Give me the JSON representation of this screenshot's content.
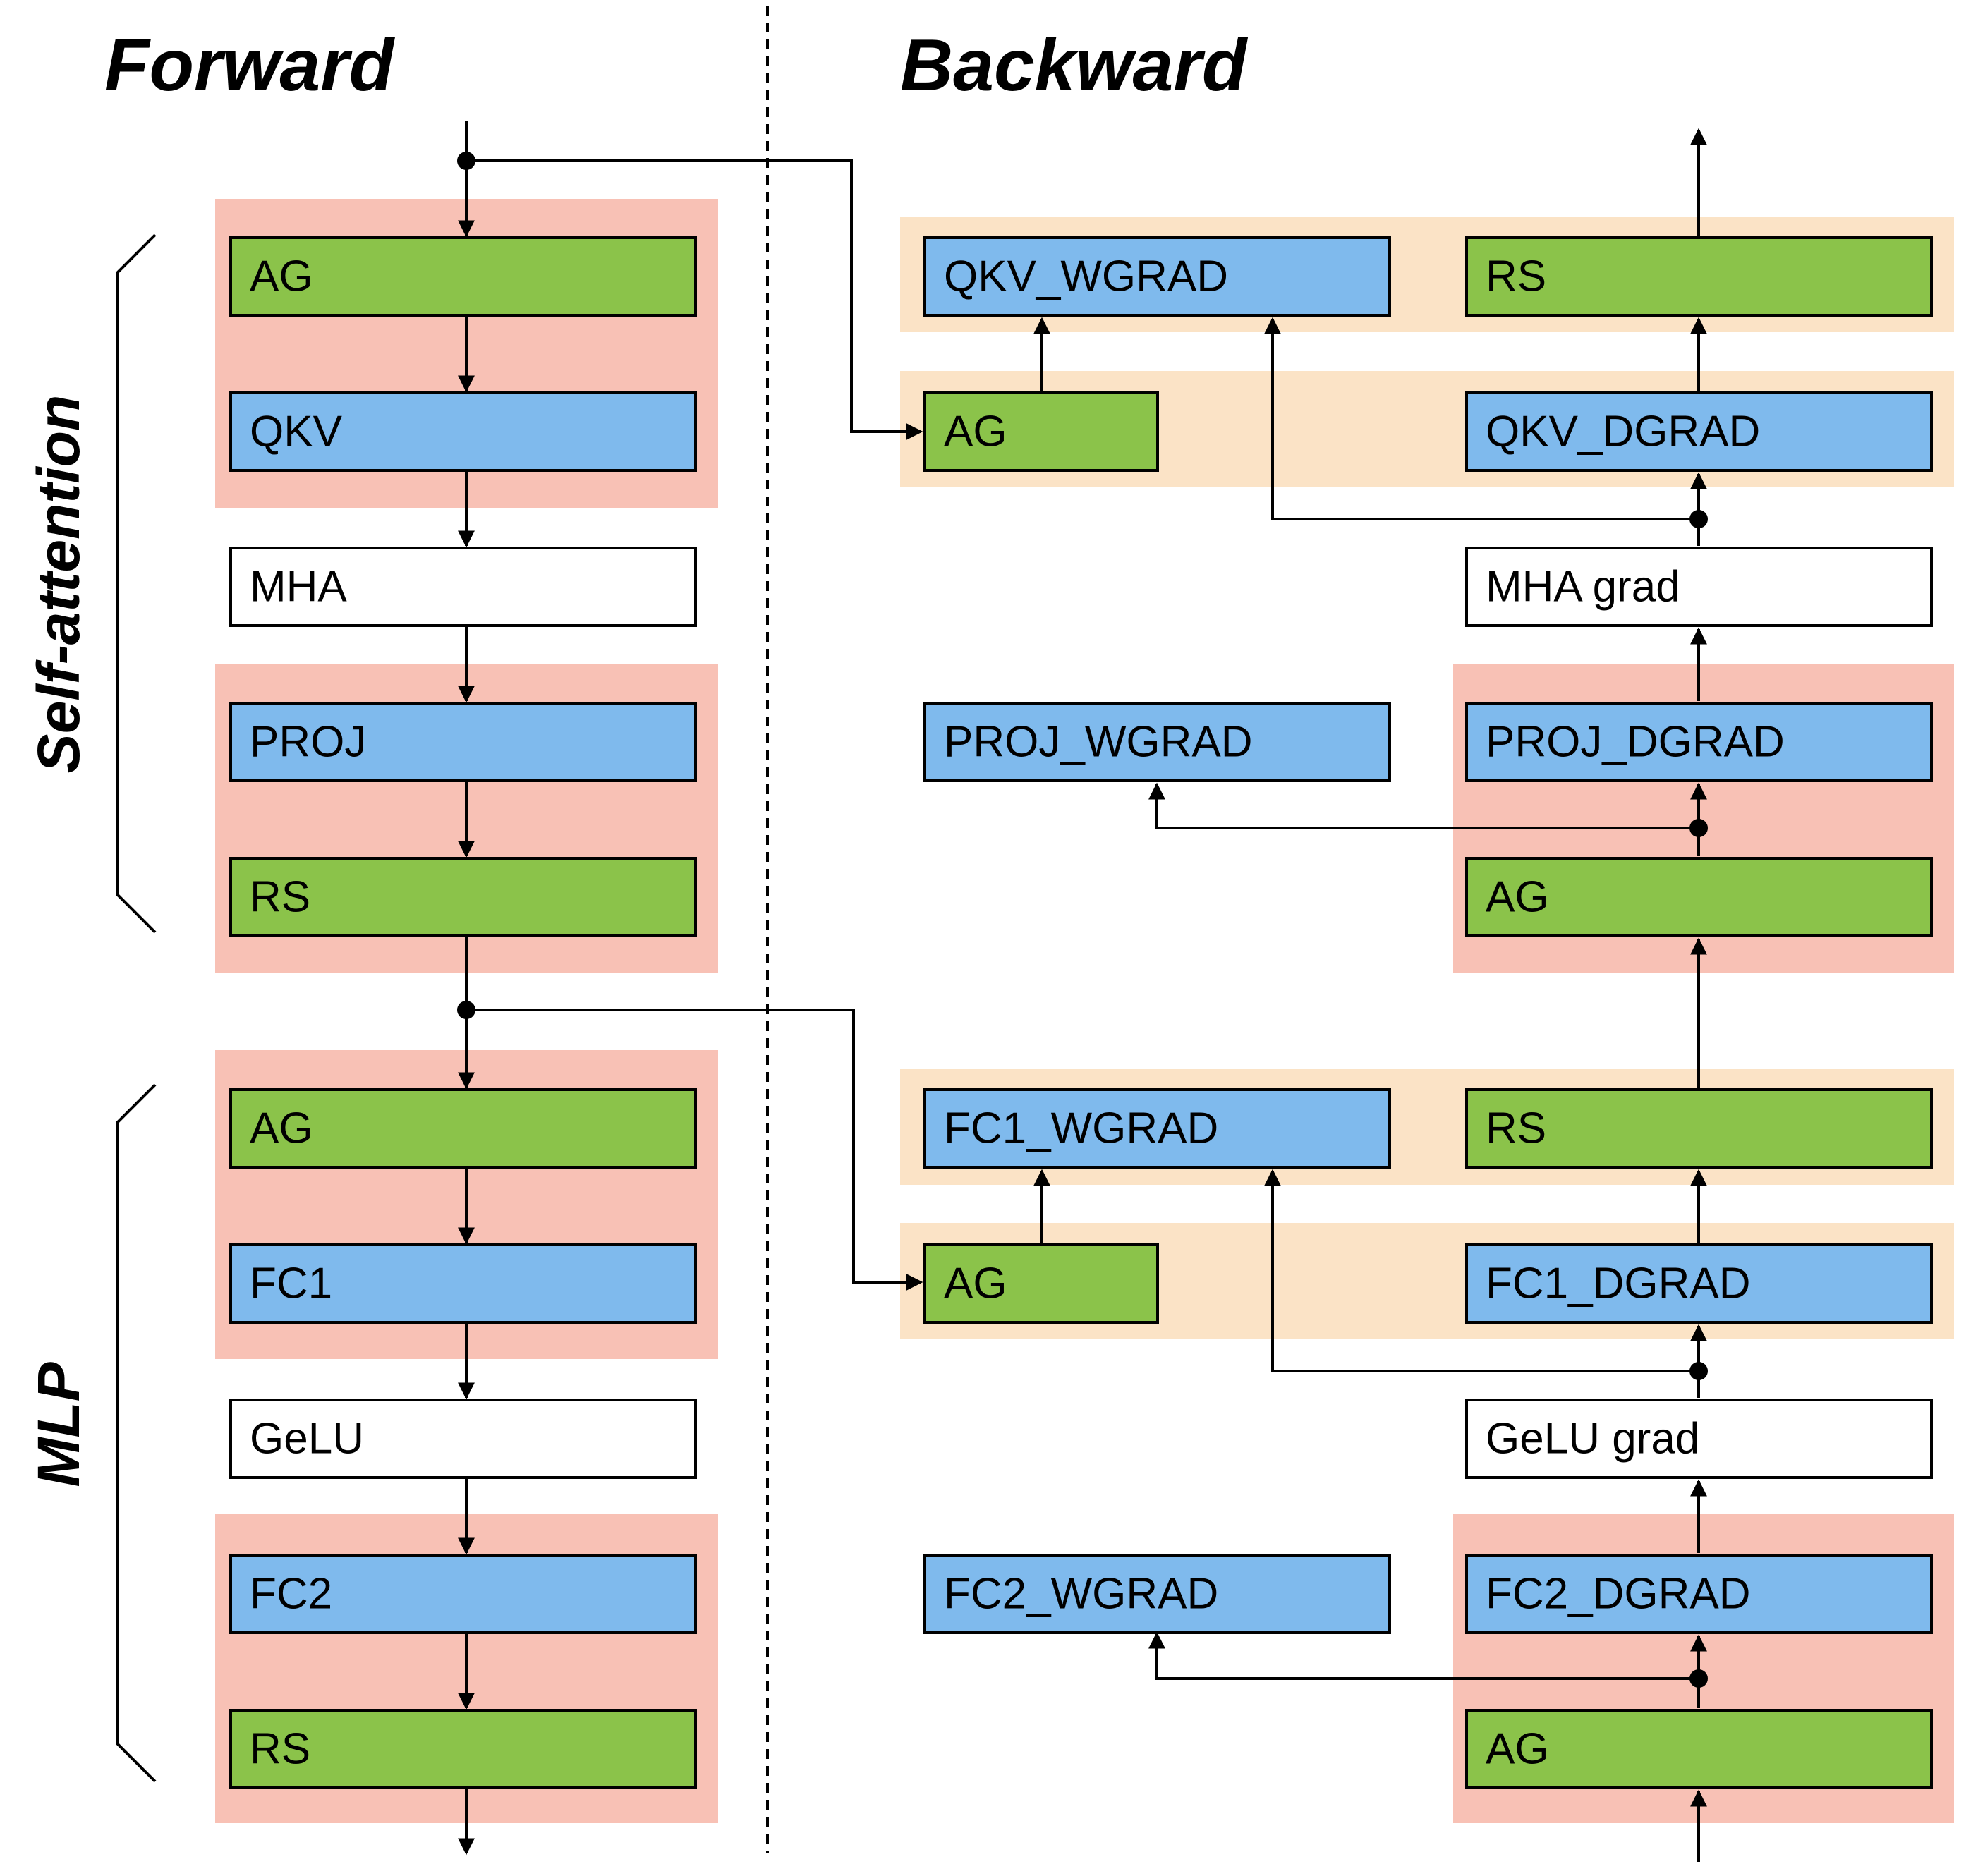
{
  "titles": {
    "forward": "Forward",
    "backward": "Backward"
  },
  "groups": {
    "self_attention": "Self-attention",
    "mlp": "MLP"
  },
  "colors": {
    "comm_green": "#8bc34a",
    "gemm_blue": "#7fbaed",
    "plain_white": "#ffffff",
    "overlap_red": "#f8c1b5",
    "overlap_orange": "#fbe3c6"
  },
  "forward": {
    "sa": {
      "ag": "AG",
      "qkv": "QKV",
      "mha": "MHA",
      "proj": "PROJ",
      "rs": "RS"
    },
    "mlp": {
      "ag": "AG",
      "fc1": "FC1",
      "gelu": "GeLU",
      "fc2": "FC2",
      "rs": "RS"
    }
  },
  "backward": {
    "sa": {
      "qkv_wgrad": "QKV_WGRAD",
      "rs": "RS",
      "ag": "AG",
      "qkv_dgrad": "QKV_DGRAD",
      "mha_grad": "MHA grad",
      "proj_wgrad": "PROJ_WGRAD",
      "proj_dgrad": "PROJ_DGRAD",
      "ag2": "AG"
    },
    "mlp": {
      "fc1_wgrad": "FC1_WGRAD",
      "rs": "RS",
      "ag": "AG",
      "fc1_dgrad": "FC1_DGRAD",
      "gelu_grad": "GeLU grad",
      "fc2_wgrad": "FC2_WGRAD",
      "fc2_dgrad": "FC2_DGRAD",
      "ag2": "AG"
    }
  }
}
